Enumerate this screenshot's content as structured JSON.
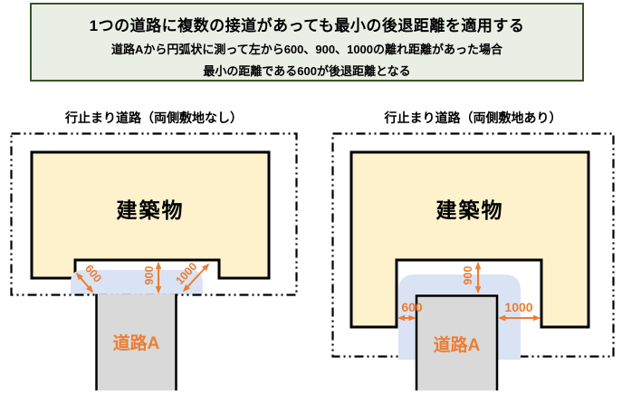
{
  "header": {
    "title": "1つの道路に複数の接道があっても最小の後退距離を適用する",
    "subtitle1": "道路Aから円弧状に測って左から600、900、1000の離れ距離があった場合",
    "subtitle2": "最小の距離である600が後退距離となる"
  },
  "left_diagram": {
    "caption": "行止まり道路（両側敷地なし）",
    "building_label": "建築物",
    "road_label": "道路A",
    "dims": {
      "d600": "600",
      "d900": "900",
      "d1000": "1000"
    }
  },
  "right_diagram": {
    "caption": "行止まり道路（両側敷地あり）",
    "building_label": "建築物",
    "road_label": "道路A",
    "dims": {
      "d600": "600",
      "d900": "900",
      "d1000": "1000"
    }
  },
  "colors": {
    "title_box_background": "#E9EFE5",
    "title_box_border": "#375623",
    "building_fill": "#FDF2CC",
    "road_fill": "#D9D9D9",
    "arc_fill": "#DAE3F3",
    "dimension_accent": "#ED7D31",
    "line_color": "#000000"
  }
}
